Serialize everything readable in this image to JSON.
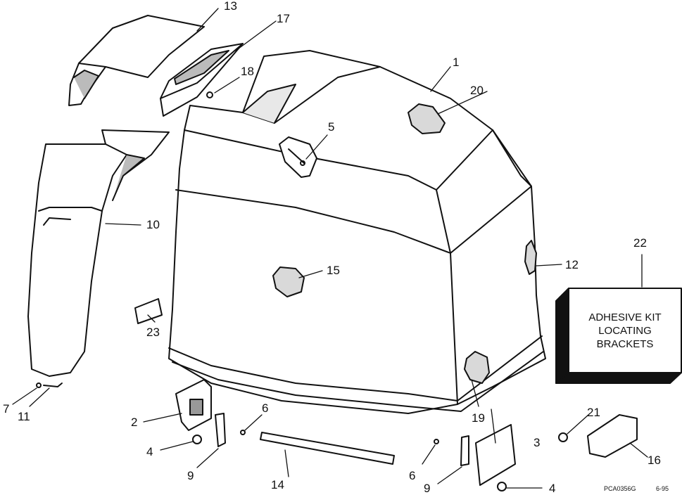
{
  "callouts": {
    "c1": "1",
    "c2": "2",
    "c3": "3",
    "c4a": "4",
    "c4b": "4",
    "c5": "5",
    "c6a": "6",
    "c6b": "6",
    "c7": "7",
    "c9a": "9",
    "c9b": "9",
    "c10": "10",
    "c11": "11",
    "c12": "12",
    "c13": "13",
    "c14": "14",
    "c15": "15",
    "c16": "16",
    "c17": "17",
    "c18": "18",
    "c19": "19",
    "c20": "20",
    "c21": "21",
    "c22": "22",
    "c23": "23"
  },
  "kit_box": {
    "line1": "ADHESIVE KIT",
    "line2": "LOCATING",
    "line3": "BRACKETS"
  },
  "drawing_ref": {
    "code": "PCA0356G",
    "date": "6-95"
  }
}
